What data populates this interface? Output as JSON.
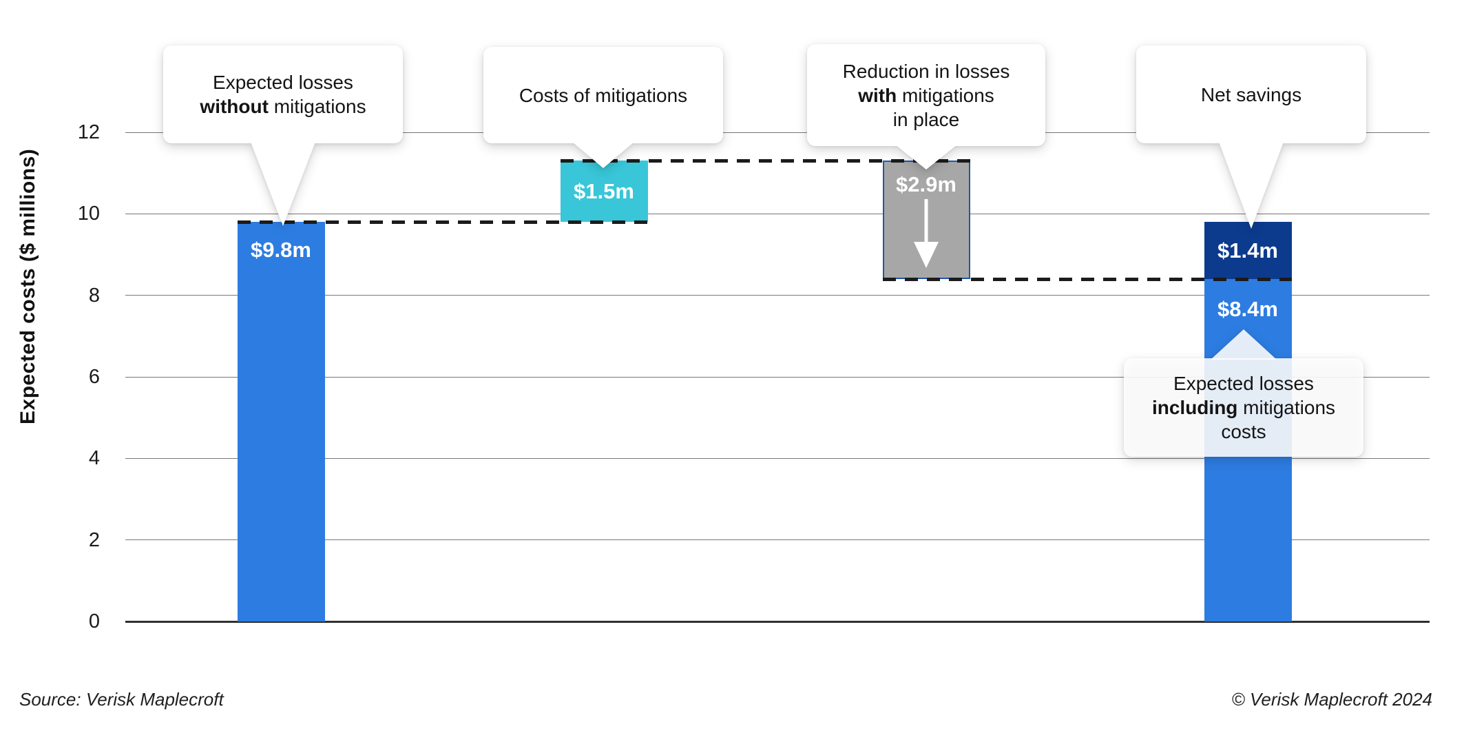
{
  "footer": {
    "source": "Source: Verisk Maplecroft",
    "copyright": "© Verisk Maplecroft 2024"
  },
  "colors": {
    "blue": "#2D7CE1",
    "cyan": "#38C6D8",
    "gray": "#A7A7A7",
    "navy": "#0C3B8D",
    "gray_bar_border": "#2156A6",
    "dash": "#1B1B1B",
    "gridline": "#777777",
    "baseline": "#2F2F2F",
    "bar_label": "#FFFFFF"
  },
  "chart_data": {
    "type": "bar",
    "variant": "waterfall",
    "title": "",
    "xlabel": "",
    "ylabel": "Expected costs ($ millions)",
    "ylim": [
      0,
      12
    ],
    "yticks": [
      0,
      2,
      4,
      6,
      8,
      10,
      12
    ],
    "grid": true,
    "legend": false,
    "bars": [
      {
        "id": "without-mitigations",
        "name": "Expected losses without mitigations",
        "label": "$9.8m",
        "value": 9.8,
        "from": 0,
        "to": 9.8,
        "color": "blue",
        "column": 0
      },
      {
        "id": "costs-of-mitigations",
        "name": "Costs of mitigations",
        "label": "$1.5m",
        "value": 1.5,
        "from": 9.8,
        "to": 11.3,
        "color": "cyan",
        "column": 1
      },
      {
        "id": "reduction-with-mitigations",
        "name": "Reduction in losses with mitigations in place",
        "label": "$2.9m",
        "value": 2.9,
        "from": 8.4,
        "to": 11.3,
        "color": "gray",
        "column": 2,
        "arrow": "down",
        "border": true
      },
      {
        "id": "net-savings",
        "name": "Net savings",
        "label": "$1.4m",
        "value": 1.4,
        "from": 8.4,
        "to": 9.8,
        "color": "navy",
        "column": 3
      },
      {
        "id": "including-mitigations-costs",
        "name": "Expected losses including mitigations costs",
        "label": "$8.4m",
        "value": 8.4,
        "from": 0,
        "to": 8.4,
        "color": "blue",
        "column": 3
      }
    ],
    "dashed_connectors": [
      {
        "level": 9.8,
        "from_bar": 0,
        "to_bar": 1
      },
      {
        "level": 11.3,
        "from_bar": 1,
        "to_bar": 2
      },
      {
        "level": 8.4,
        "from_bar": 2,
        "to_bar": 4
      }
    ],
    "annotations": [
      {
        "id": "without-mitigations",
        "pointer": "down",
        "lines": [
          [
            {
              "t": "Expected losses"
            }
          ],
          [
            {
              "t": "without",
              "bold": true
            },
            {
              "t": " mitigations"
            }
          ]
        ]
      },
      {
        "id": "costs-of-mitigations",
        "pointer": "down",
        "lines": [
          [
            {
              "t": "Costs of mitigations"
            }
          ]
        ]
      },
      {
        "id": "with-mitigations",
        "pointer": "down",
        "lines": [
          [
            {
              "t": "Reduction in losses"
            }
          ],
          [
            {
              "t": "with",
              "bold": true
            },
            {
              "t": " mitigations"
            }
          ],
          [
            {
              "t": "in place"
            }
          ]
        ]
      },
      {
        "id": "net-savings",
        "pointer": "down",
        "lines": [
          [
            {
              "t": "Net savings"
            }
          ]
        ]
      },
      {
        "id": "including-costs",
        "pointer": "up",
        "lines": [
          [
            {
              "t": "Expected losses"
            }
          ],
          [
            {
              "t": "including",
              "bold": true
            },
            {
              "t": " mitigations"
            }
          ],
          [
            {
              "t": "costs"
            }
          ]
        ]
      }
    ]
  }
}
